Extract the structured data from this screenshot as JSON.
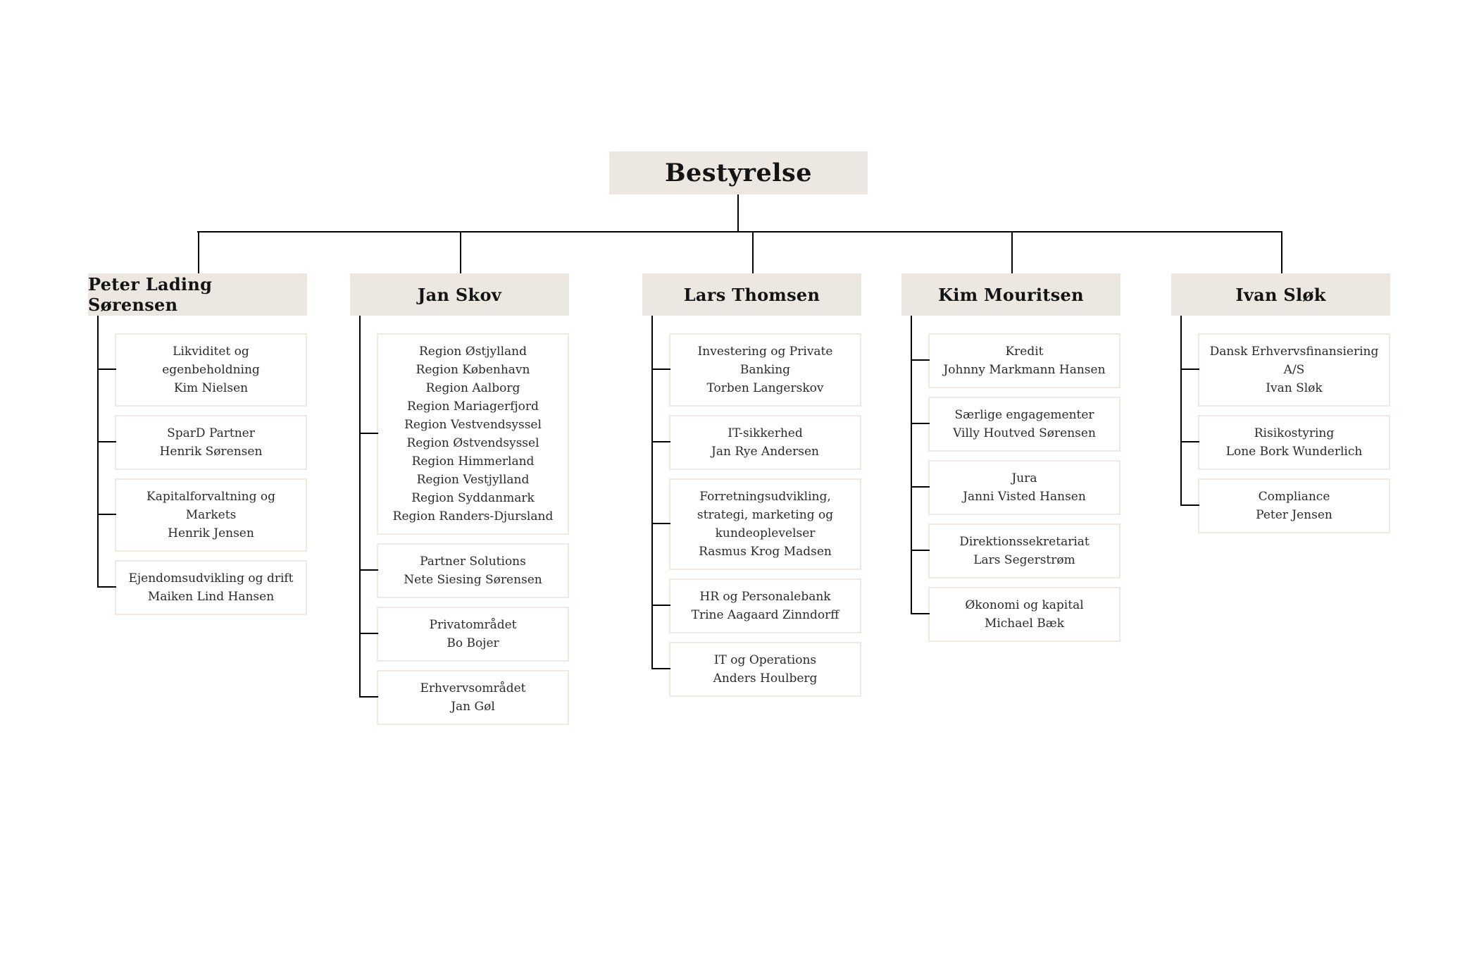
{
  "root": {
    "title": "Bestyrelse"
  },
  "branches": [
    {
      "name": "Peter Lading Sørensen",
      "units": [
        {
          "lines": [
            "Likviditet og egenbeholdning",
            "Kim Nielsen"
          ]
        },
        {
          "lines": [
            "SparD Partner",
            "Henrik Sørensen"
          ]
        },
        {
          "lines": [
            "Kapitalforvaltning og Markets",
            "Henrik Jensen"
          ]
        },
        {
          "lines": [
            "Ejendomsudvikling og drift",
            "Maiken Lind Hansen"
          ]
        }
      ]
    },
    {
      "name": "Jan Skov",
      "units": [
        {
          "lines": [
            "Region Østjylland",
            "Region København",
            "Region Aalborg",
            "Region Mariagerfjord",
            "Region Vestvendsyssel",
            "Region Østvendsyssel",
            "Region Himmerland",
            "Region Vestjylland",
            "Region Syddanmark",
            "Region Randers-Djursland"
          ]
        },
        {
          "lines": [
            "Partner Solutions",
            "Nete Siesing Sørensen"
          ]
        },
        {
          "lines": [
            "Privatområdet",
            "Bo Bojer"
          ]
        },
        {
          "lines": [
            "Erhvervsområdet",
            "Jan Gøl"
          ]
        }
      ]
    },
    {
      "name": "Lars Thomsen",
      "units": [
        {
          "lines": [
            "Investering og Private Banking",
            "Torben Langerskov"
          ]
        },
        {
          "lines": [
            "IT-sikkerhed",
            "Jan Rye Andersen"
          ]
        },
        {
          "lines": [
            "Forretningsudvikling, strategi, marketing og kundeoplevelser",
            "Rasmus Krog Madsen"
          ]
        },
        {
          "lines": [
            "HR og Personalebank",
            "Trine Aagaard Zinndorff"
          ]
        },
        {
          "lines": [
            "IT og Operations",
            "Anders Houlberg"
          ]
        }
      ]
    },
    {
      "name": "Kim Mouritsen",
      "units": [
        {
          "lines": [
            "Kredit",
            "Johnny Markmann Hansen"
          ]
        },
        {
          "lines": [
            "Særlige engagementer",
            "Villy Houtved Sørensen"
          ]
        },
        {
          "lines": [
            "Jura",
            "Janni Visted Hansen"
          ]
        },
        {
          "lines": [
            "Direktionssekretariat",
            "Lars Segerstrøm"
          ]
        },
        {
          "lines": [
            "Økonomi og kapital",
            "Michael Bæk"
          ]
        }
      ]
    },
    {
      "name": "Ivan Sløk",
      "units": [
        {
          "lines": [
            "Dansk Erhvervsfinansiering A/S",
            "Ivan Sløk"
          ]
        },
        {
          "lines": [
            "Risikostyring",
            "Lone Bork Wunderlich"
          ]
        },
        {
          "lines": [
            "Compliance",
            "Peter Jensen"
          ]
        }
      ]
    }
  ],
  "colors": {
    "header_bg": "#ece8e1",
    "connector_line": "#000000",
    "unit_border": "#f0e9e2"
  }
}
